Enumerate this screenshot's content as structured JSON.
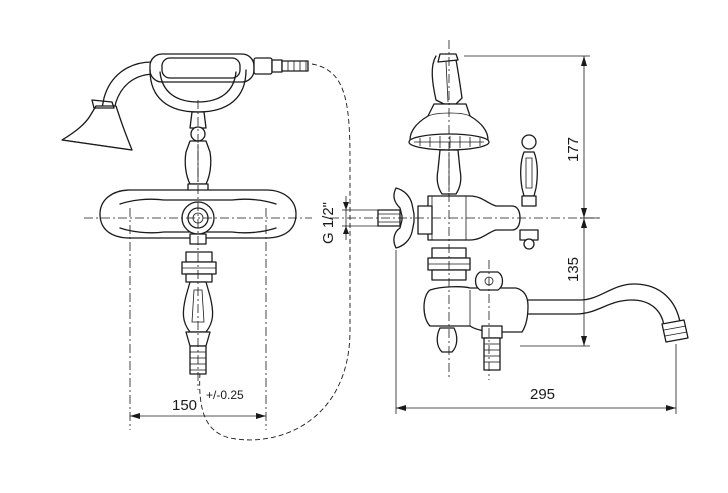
{
  "dimensions": {
    "width_centres": "150",
    "tolerance": "+/-0.25",
    "spout_reach": "295",
    "height_upper": "177",
    "height_lower": "135",
    "thread": "G 1/2\""
  }
}
